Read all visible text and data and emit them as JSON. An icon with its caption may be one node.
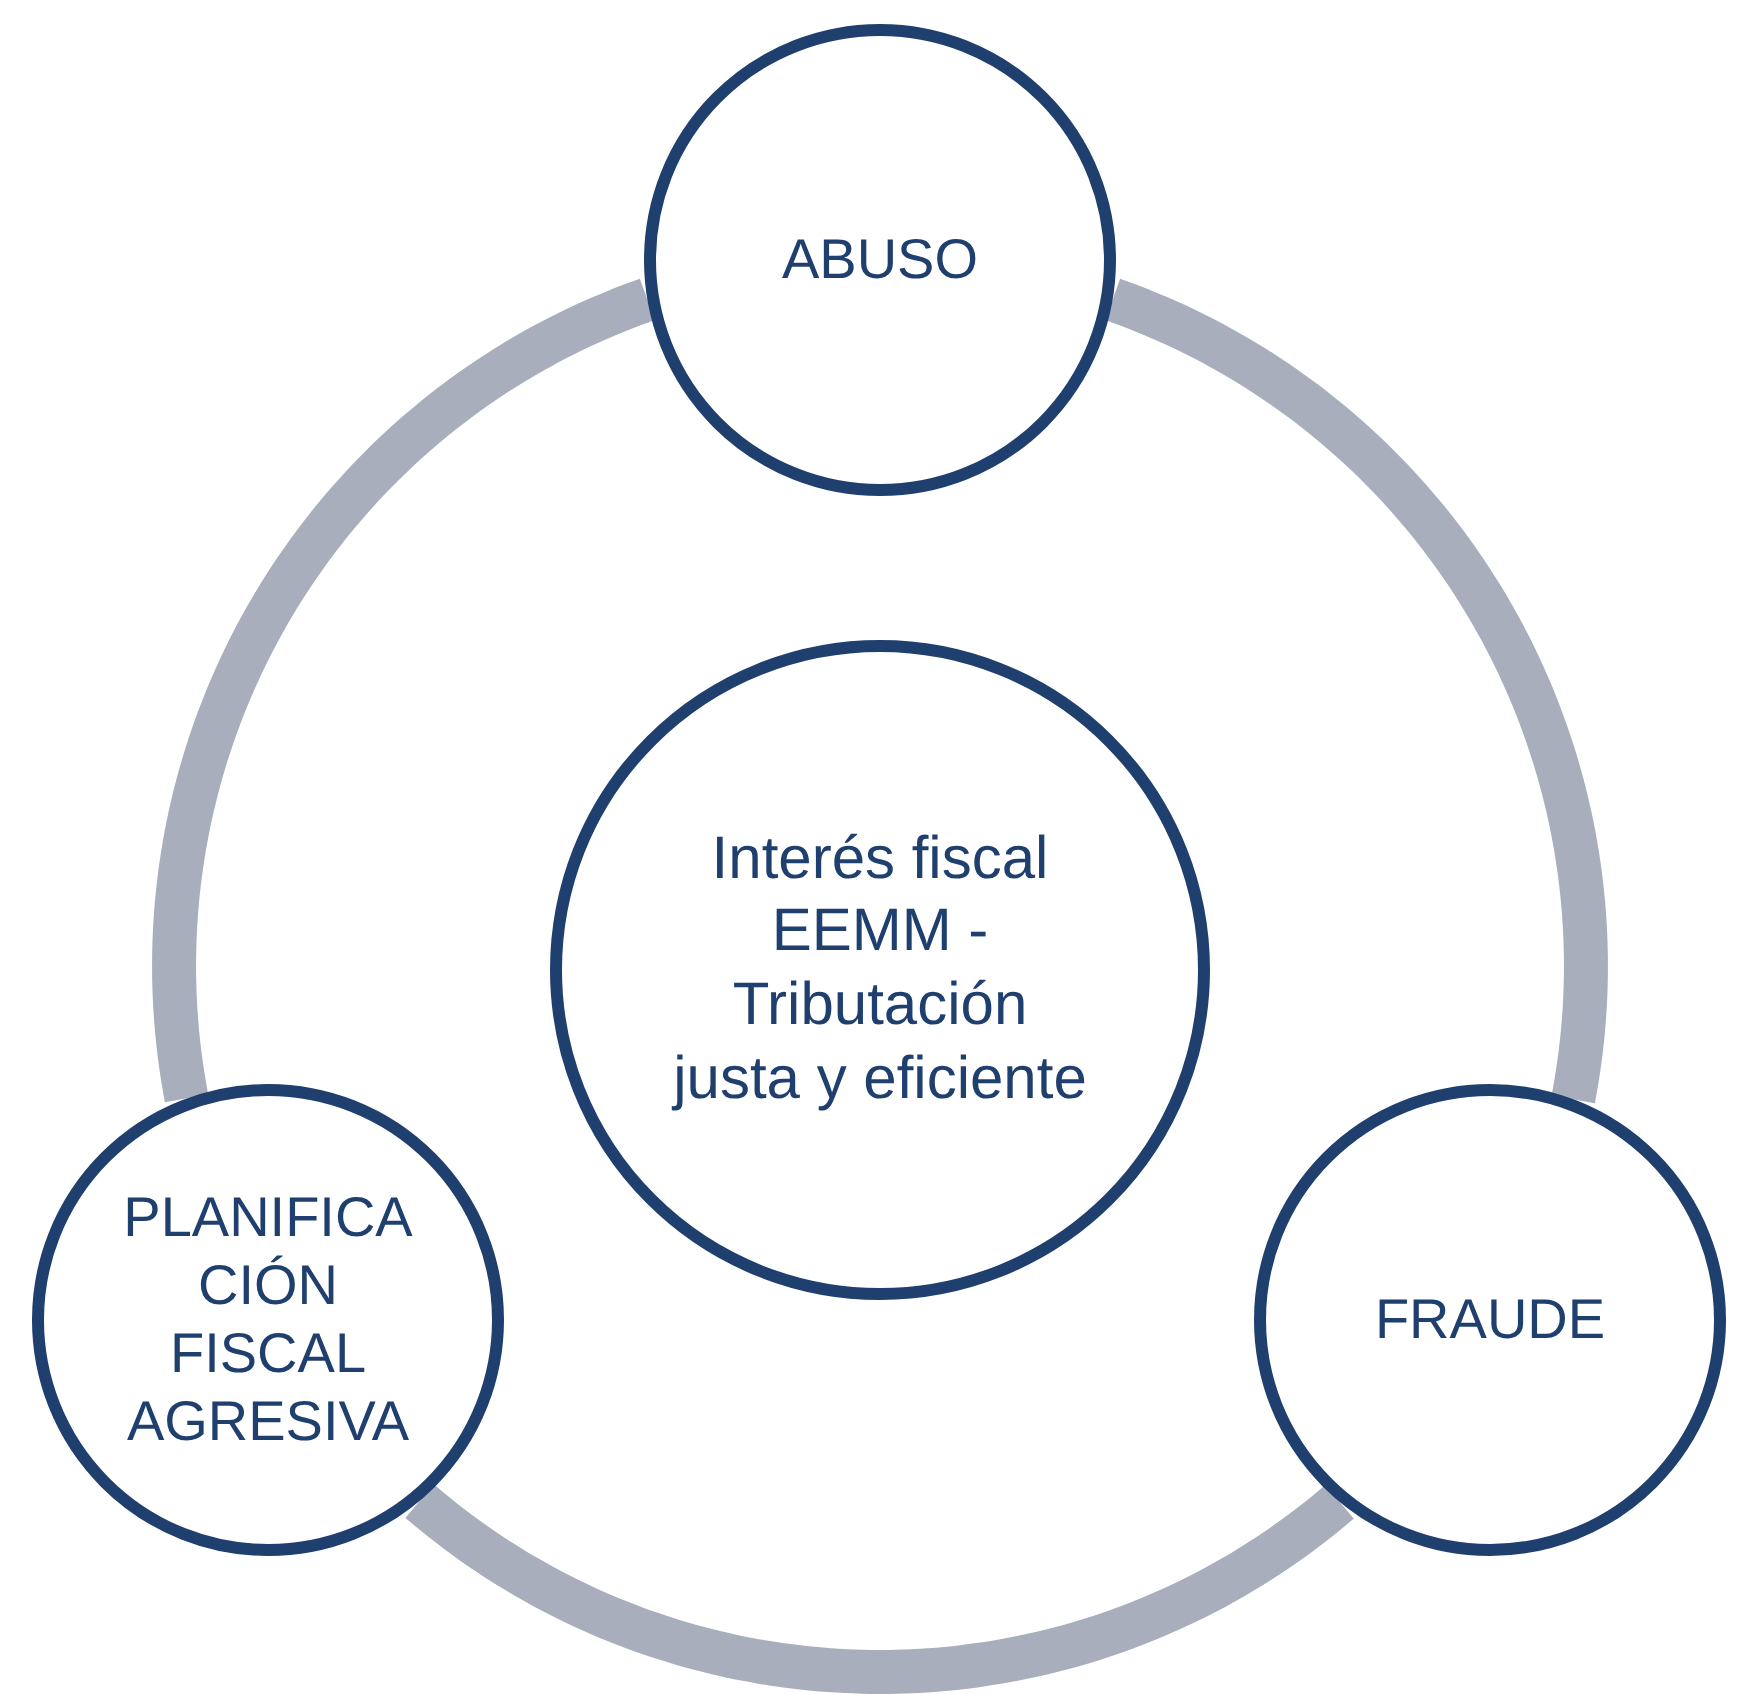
{
  "diagram": {
    "nodes": [
      {
        "text": [
          "ABUSO"
        ]
      },
      {
        "text": [
          "Interés fiscal EEMM - Tributación justa y eficiente"
        ]
      },
      {
        "text": [
          "PLANIFICACIÓN FISCAL AGRESIVA"
        ]
      },
      {
        "text": [
          "FRAUDE"
        ]
      }
    ],
    "edges": [
      {
        "from": 0,
        "to": 3,
        "arrow": "none"
      },
      {
        "from": 3,
        "to": 2,
        "arrow": "none"
      },
      {
        "from": 2,
        "to": 0,
        "arrow": "none"
      }
    ]
  }
}
